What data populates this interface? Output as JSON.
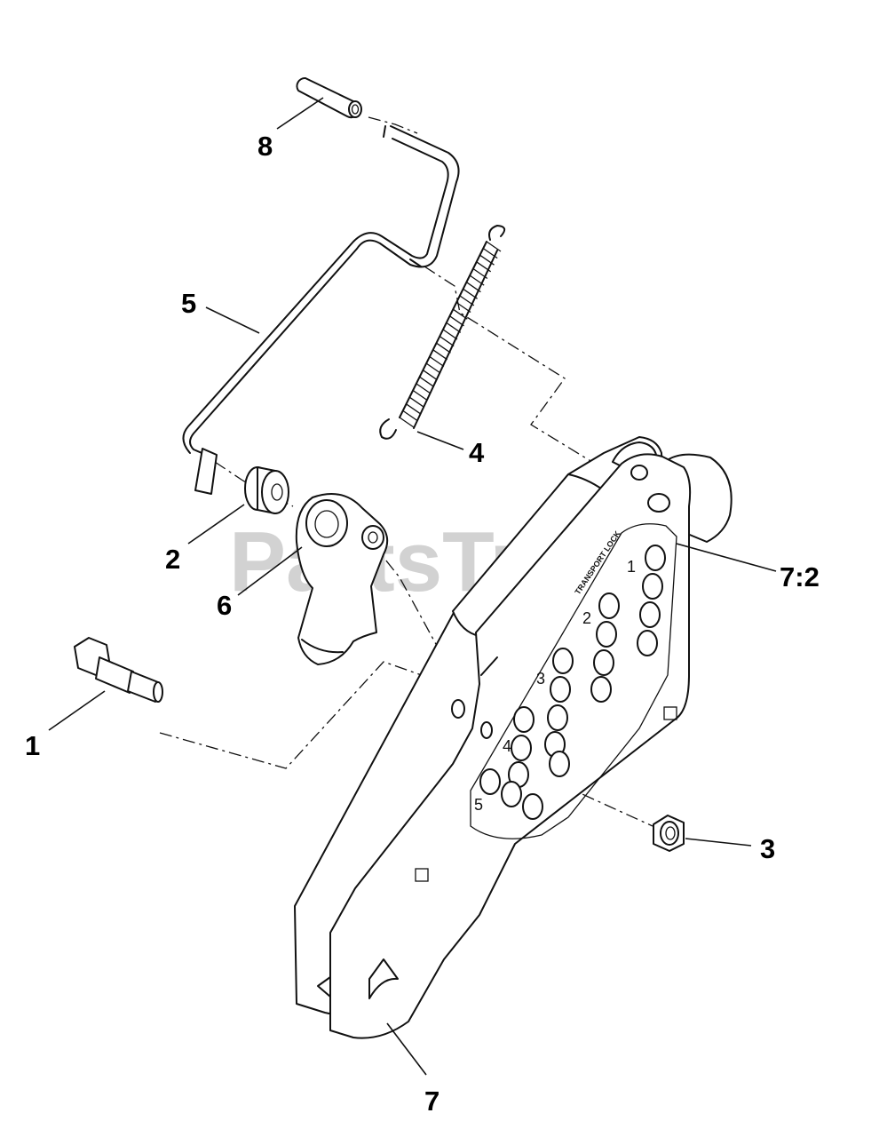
{
  "watermark": "PartsTree",
  "callouts": [
    {
      "id": "1",
      "label": "1"
    },
    {
      "id": "2",
      "label": "2"
    },
    {
      "id": "3",
      "label": "3"
    },
    {
      "id": "4",
      "label": "4"
    },
    {
      "id": "5",
      "label": "5"
    },
    {
      "id": "6",
      "label": "6"
    },
    {
      "id": "7",
      "label": "7"
    },
    {
      "id": "7:2",
      "label": "7:2"
    },
    {
      "id": "8",
      "label": "8"
    }
  ],
  "decal": {
    "title": "TRANSPORT LOCK",
    "groups": [
      "1",
      "2",
      "3",
      "4",
      "5"
    ]
  }
}
